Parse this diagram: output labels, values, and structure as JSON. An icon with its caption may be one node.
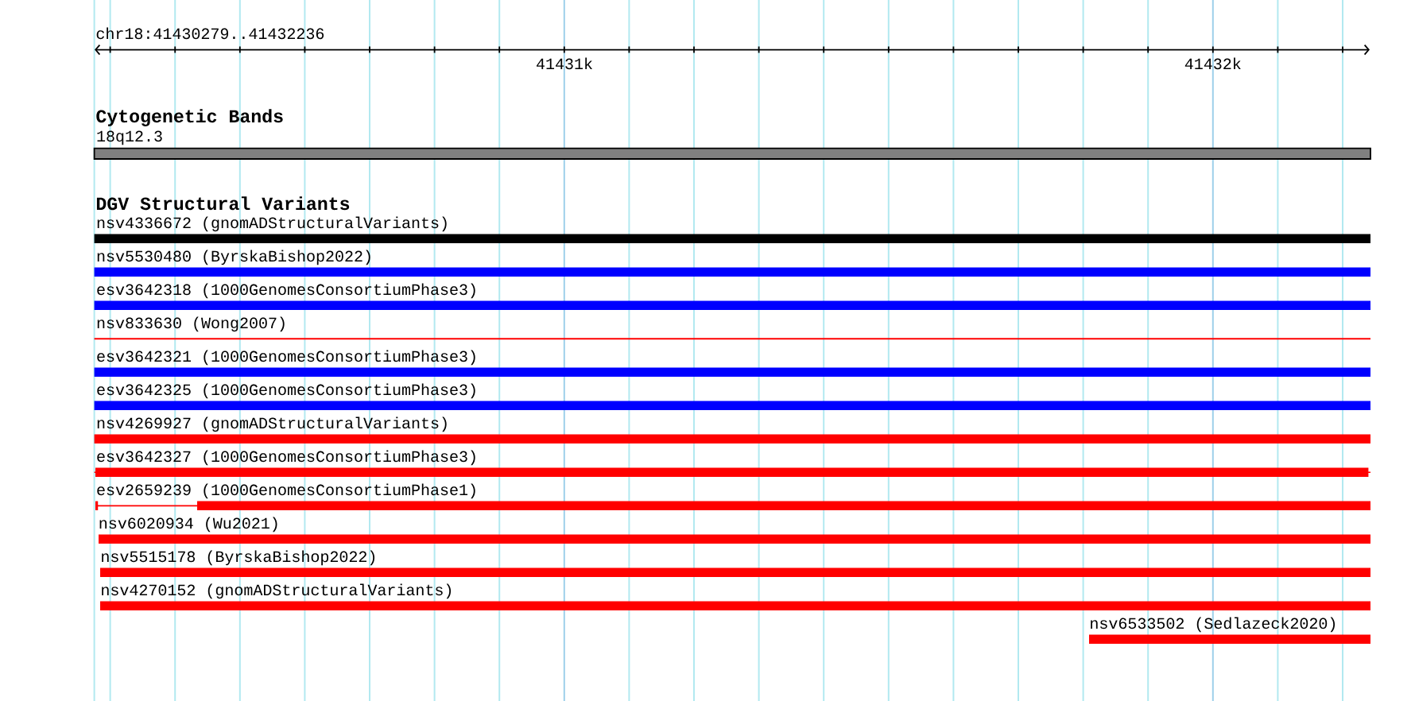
{
  "diagram": {
    "nodes": [
      {
        "text": [
          "18q12.3"
        ]
      },
      {
        "text": [
          "nsv4336672 (gnomADStructuralVariants)"
        ]
      },
      {
        "text": [
          "nsv5530480 (ByrskaBishop2022)"
        ]
      },
      {
        "text": [
          "esv3642318 (1000GenomesConsortiumPhase3)"
        ]
      },
      {
        "text": [
          "nsv833630 (Wong2007)"
        ]
      },
      {
        "text": [
          "esv3642321 (1000GenomesConsortiumPhase3)"
        ]
      },
      {
        "text": [
          "esv3642325 (1000GenomesConsortiumPhase3)"
        ]
      },
      {
        "text": [
          "nsv4269927 (gnomADStructuralVariants)"
        ]
      },
      {
        "text": [
          "esv3642327 (1000GenomesConsortiumPhase3)"
        ]
      },
      {
        "text": [
          "esv2659239 (1000GenomesConsortiumPhase1)"
        ]
      },
      {
        "text": [
          "nsv6020934 (Wu2021)"
        ]
      },
      {
        "text": [
          "nsv5515178 (ByrskaBishop2022)"
        ]
      },
      {
        "text": [
          "nsv4270152 (gnomADStructuralVariants)"
        ]
      },
      {
        "text": [
          "nsv6533502 (Sedlazeck2020)"
        ]
      }
    ],
    "labels": [
      "chr18:41430279..41432236",
      "41431k",
      "41432k",
      "Cytogenetic Bands",
      "DGV Structural Variants"
    ]
  }
}
